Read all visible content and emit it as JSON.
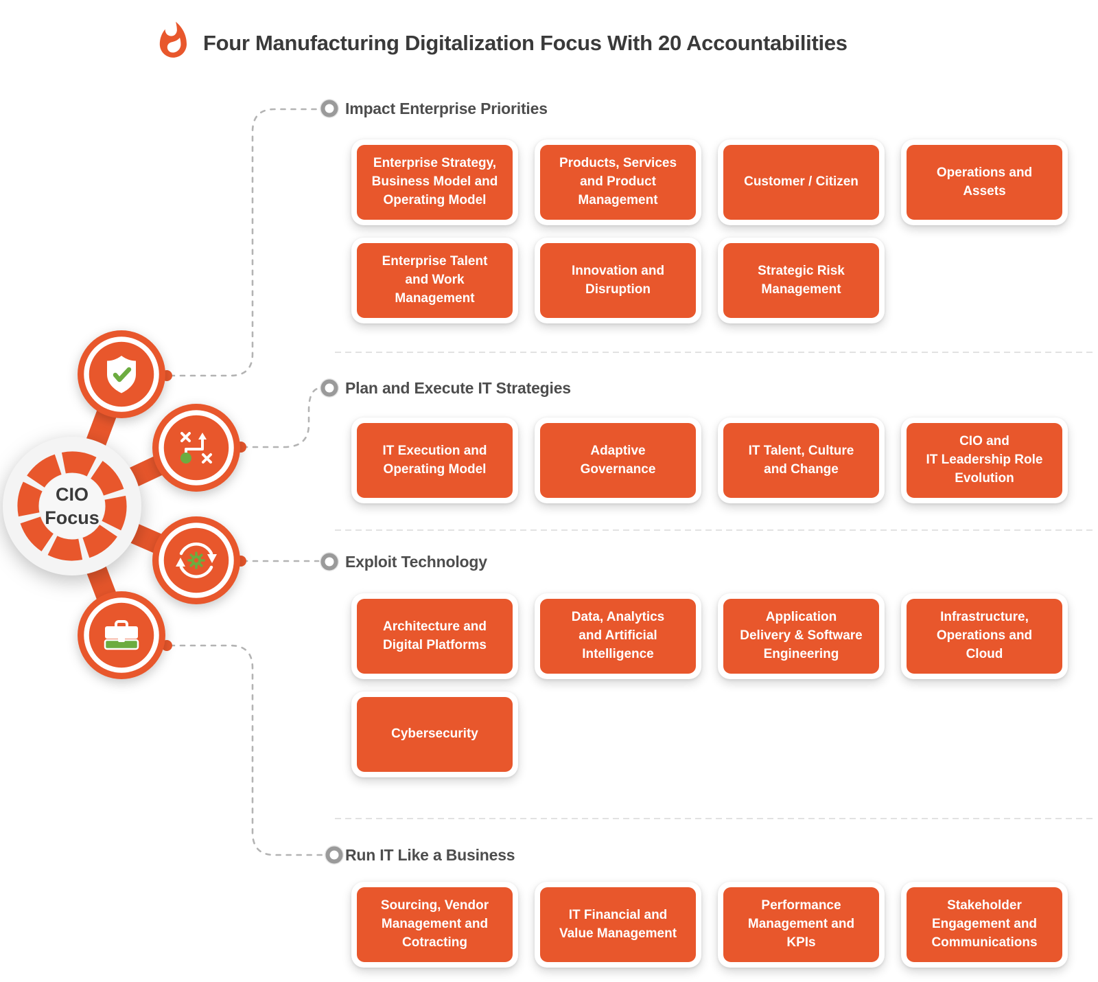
{
  "title": "Four Manufacturing Digitalization Focus With 20 Accountabilities",
  "title_icon": "flame-icon",
  "hub": {
    "line1": "CIO",
    "line2": "Focus"
  },
  "colors": {
    "orange": "#e8572c",
    "green": "#6cac40",
    "title_text": "#3a3a3a",
    "header_text": "#4d4d4d",
    "box_text": "#ffffff",
    "dash_line": "#b3b3b3",
    "separator_line": "#d9d9d9",
    "marker_gray": "#9a9a9a"
  },
  "sections": [
    {
      "label": "Impact Enterprise Priorities",
      "icon": "shield-check-icon",
      "items": [
        "Enterprise Strategy,\nBusiness Model and\nOperating Model",
        "Products, Services\nand Product\nManagement",
        "Customer / Citizen",
        "Operations and\nAssets",
        "Enterprise Talent\nand Work\nManagement",
        "Innovation and\nDisruption",
        "Strategic Risk\nManagement"
      ]
    },
    {
      "label": "Plan and Execute IT Strategies",
      "icon": "strategy-path-icon",
      "items": [
        "IT Execution and\nOperating Model",
        "Adaptive\nGovernance",
        "IT Talent, Culture\nand Change",
        "CIO and\nIT Leadership Role\nEvolution"
      ]
    },
    {
      "label": "Exploit Technology",
      "icon": "sync-gear-icon",
      "items": [
        "Architecture and\nDigital Platforms",
        "Data, Analytics\nand Artificial\nIntelligence",
        "Application\nDelivery & Software\nEngineering",
        "Infrastructure,\nOperations and\nCloud",
        "Cybersecurity"
      ]
    },
    {
      "label": "Run IT Like a Business",
      "icon": "briefcase-icon",
      "items": [
        "Sourcing, Vendor\nManagement and\nCotracting",
        "IT Financial and\nValue Management",
        "Performance\nManagement and\nKPIs",
        "Stakeholder\nEngagement and\nCommunications"
      ]
    }
  ]
}
